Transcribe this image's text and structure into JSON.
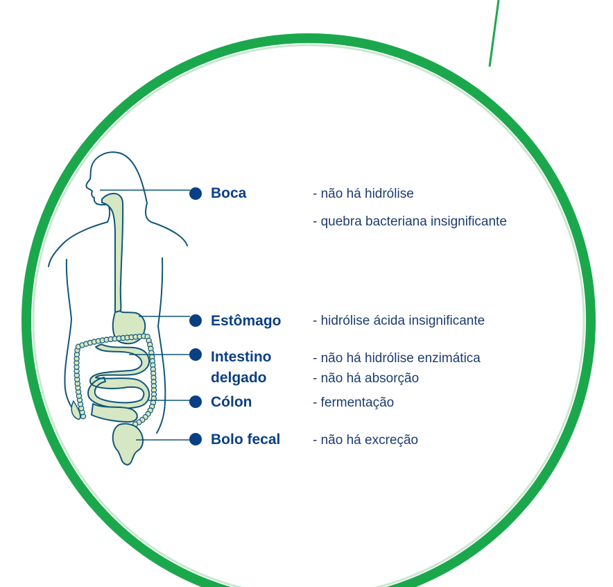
{
  "colors": {
    "ring": "#1ba84d",
    "ring_inner": "#c9e8cf",
    "outline": "#0f5579",
    "organ_fill": "#d6e7c3",
    "dot": "#0b3f84",
    "label": "#0b3f84",
    "text": "#1d3c6e"
  },
  "organs": [
    {
      "key": "boca",
      "label": "Boca",
      "notes": [
        "- não há hidrólise",
        "- quebra bacteriana insignificante"
      ]
    },
    {
      "key": "estomago",
      "label": "Estômago",
      "notes": [
        "- hidrólise ácida insignificante"
      ]
    },
    {
      "key": "intestino",
      "label": "Intestino",
      "label2": "delgado",
      "notes": [
        "- não há hidrólise enzimática",
        "- não há absorção"
      ]
    },
    {
      "key": "colon",
      "label": "Cólon",
      "notes": [
        "- fermentação"
      ]
    },
    {
      "key": "bolo",
      "label": "Bolo fecal",
      "notes": [
        "- não há excreção"
      ]
    }
  ]
}
